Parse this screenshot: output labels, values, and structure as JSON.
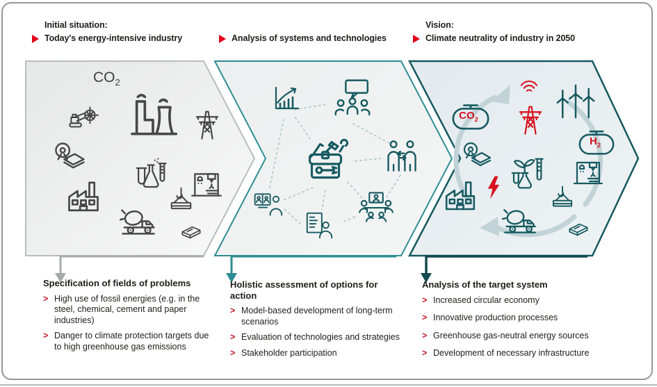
{
  "colors": {
    "accent_red": "#e2001a",
    "stage1_border": "#b9bcbd",
    "stage2_border": "#2d8d92",
    "stage3_border": "#15595f",
    "stage1_fill": "#ededed",
    "stage2_fill": "#eff1f1",
    "stage3_fill": "#e7edf0",
    "icon_gray": "#474747",
    "icon_teal": "#175a61",
    "cycle_arrow": "#c2d3d8",
    "frame_border": "#8f979d"
  },
  "headers": [
    {
      "line1": "Initial situation:",
      "line2": "Today's energy-intensive industry"
    },
    {
      "line2": "Analysis of systems and technologies"
    },
    {
      "line1": "Vision:",
      "line2": "Climate neutrality of industry in 2050"
    }
  ],
  "stages": [
    {
      "name": "todays-energy-intensive-industry",
      "co2": {
        "main": "CO",
        "sub": "2"
      },
      "icons": [
        "co2-emissions-text",
        "bucket-wheel-excavator-icon",
        "power-plant-icon",
        "transmission-tower-icon",
        "paper-roll-icon",
        "factory-icon",
        "chemical-flasks-icon",
        "concrete-mixer-truck-icon",
        "crane-slab-icon",
        "cnc-machine-icon",
        "steel-beam-icon"
      ]
    },
    {
      "name": "analysis-of-systems-and-technologies",
      "icons": [
        "growth-chart-icon",
        "meeting-speech-bubble-icon",
        "toolbox-icon",
        "people-exchange-icon",
        "video-call-icon",
        "checklist-person-icon",
        "meeting-table-icon",
        "dashed-network-lines"
      ]
    },
    {
      "name": "climate-neutral-industry-2050",
      "tank_co2": {
        "main": "CO",
        "sub": "2"
      },
      "tank_h2": {
        "main": "H",
        "sub": "2"
      },
      "icons": [
        "co2-tank-icon",
        "wireless-signal-icon",
        "transmission-tower-icon",
        "wind-turbines-icon",
        "h2-tank-icon",
        "paper-roll-icon",
        "plant-and-flasks-icon",
        "cnc-machine-icon",
        "factory-icon",
        "lightning-bolt-icon",
        "crane-slab-icon",
        "concrete-mixer-truck-icon",
        "steel-beam-icon",
        "circular-economy-arrows"
      ]
    }
  ],
  "sections": [
    {
      "title": "Specification of fields of problems",
      "items": [
        "High use of fossil energies (e.g. in the steel, chemical, cement and paper industries)",
        "Danger to climate protection targets due to high greenhouse gas emissions"
      ]
    },
    {
      "title": "Holistic assessment of options for action",
      "items": [
        "Model-based development of long-term scenarios",
        "Evaluation of technologies and strategies",
        "Stakeholder participation"
      ]
    },
    {
      "title": "Analysis of the target system",
      "items": [
        "Increased circular economy",
        "Innovative production processes",
        "Greenhouse gas-neutral energy sources",
        "Development of necessary infrastructure"
      ]
    }
  ]
}
